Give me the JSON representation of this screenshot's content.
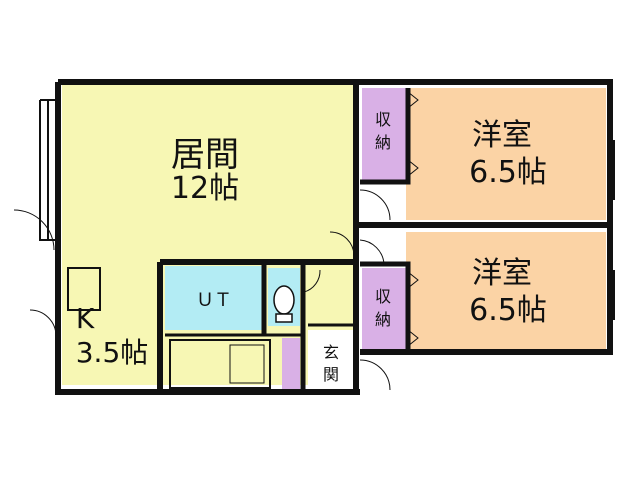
{
  "labels": {
    "living": "居間",
    "living_size": "12帖",
    "kitchen": "K",
    "kitchen_size": "3.5帖",
    "bedroom1": "洋室",
    "bedroom1_size": "6.5帖",
    "bedroom2": "洋室",
    "bedroom2_size": "6.5帖",
    "closet1_a": "収",
    "closet1_b": "納",
    "closet2_a": "収",
    "closet2_b": "納",
    "utility": "ＵＴ",
    "entrance_a": "玄",
    "entrance_b": "関"
  },
  "colors": {
    "living": "#f7f7b4",
    "bedroom": "#fbd3a5",
    "closet": "#d9b0e6",
    "utility": "#b3ecf4",
    "wall": "#111111",
    "floor": "#ffffff"
  }
}
